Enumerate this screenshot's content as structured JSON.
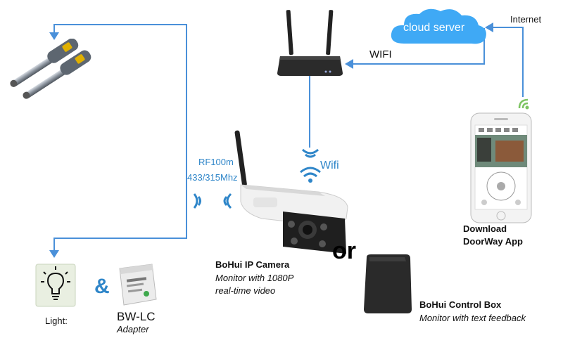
{
  "colors": {
    "line": "#4a90d9",
    "cloud": "#3fa9f5",
    "accent": "#2f86c9",
    "or_text": "#000000"
  },
  "labels": {
    "internet": "Internet",
    "cloud": "cloud server",
    "wifi_top": "WIFI",
    "wifi_mid": "Wifi",
    "rf_line1": "RF100m",
    "rf_line2": "433/315Mhz",
    "or": "or",
    "light": "Light:",
    "amp": "&",
    "adapter_name": "BW-LC",
    "adapter_desc": "Adapter",
    "camera_name": "BoHui IP Camera",
    "camera_desc1": "Monitor with 1080P",
    "camera_desc2": "real-time video",
    "box_name": "BoHui Control Box",
    "box_desc": "Monitor with text feedback",
    "app_line1": "Download",
    "app_line2": "DoorWay App"
  },
  "icons": [
    "gate-opener-icon",
    "router-icon",
    "cloud-icon",
    "smartphone-icon",
    "ip-camera-icon",
    "control-box-icon",
    "light-bulb-icon",
    "adapter-icon",
    "wifi-signal-icon",
    "rf-signal-icon"
  ]
}
